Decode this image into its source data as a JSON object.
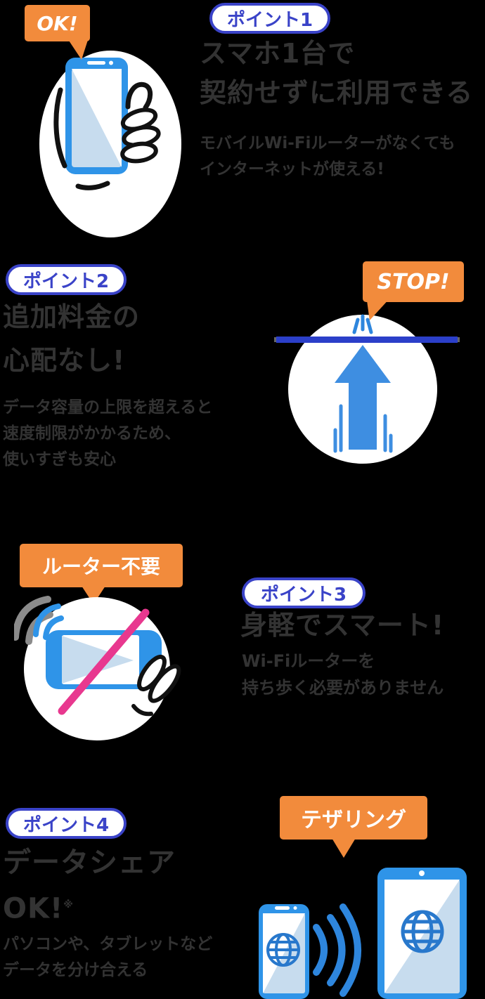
{
  "colors": {
    "background": "#000000",
    "accent_orange": "#F28B3C",
    "accent_blue": "#2F94E8",
    "badge_blue": "#3A43C8",
    "bar_navy": "#2B3FC9",
    "arrow_blue": "#3E8EE1",
    "slash_pink": "#E8388F",
    "screen_light": "#C7DCEE",
    "text": "#333333"
  },
  "sections": [
    {
      "badge": "ポイント1",
      "bubble": "OK!",
      "heading_lines": [
        "スマホ1台で",
        "契約せずに利用できる"
      ],
      "body_lines": [
        "モバイルWi-Fiルーターがなくても",
        "インターネットが使える!"
      ]
    },
    {
      "badge": "ポイント2",
      "bubble": "STOP!",
      "heading_lines": [
        "追加料金の",
        "心配なし!"
      ],
      "body_lines": [
        "データ容量の上限を超えると",
        "速度制限がかかるため、",
        "使いすぎも安心"
      ]
    },
    {
      "badge": "ポイント3",
      "bubble": "ルーター不要",
      "heading_lines": [
        "身軽でスマート!"
      ],
      "body_lines": [
        "Wi-Fiルーターを",
        "持ち歩く必要がありません"
      ]
    },
    {
      "badge": "ポイント4",
      "bubble": "テザリング",
      "heading_lines": [
        "データシェア",
        "OK!"
      ],
      "heading_note": "※",
      "body_lines": [
        "パソコンや、タブレットなど",
        "データを分け合える"
      ]
    }
  ]
}
